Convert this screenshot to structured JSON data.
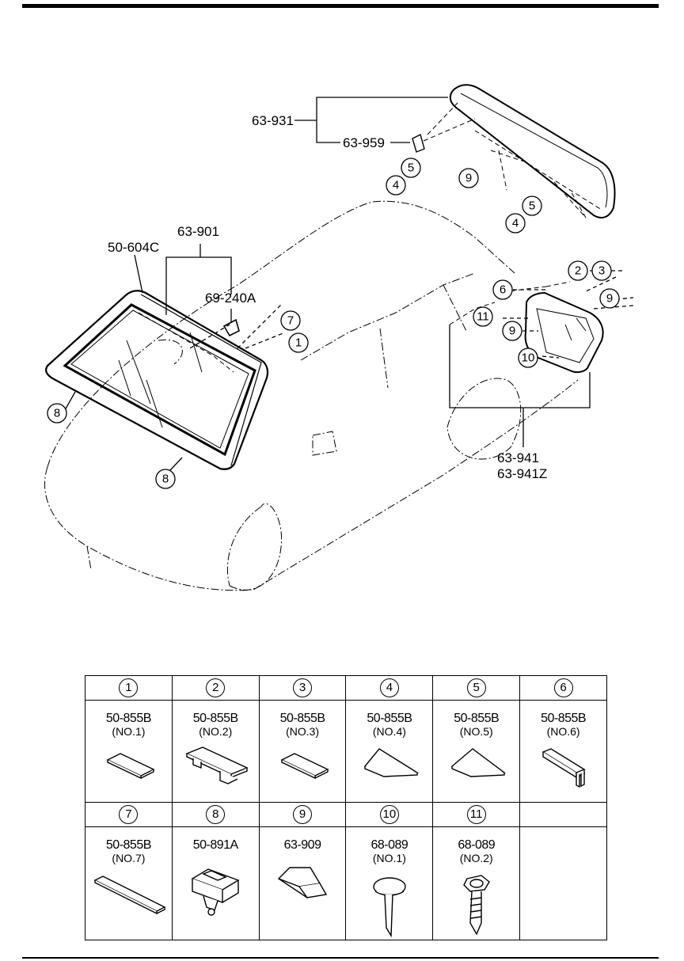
{
  "callouts": {
    "c63_931": "63-931",
    "c63_959": "63-959",
    "c50_604C": "50-604C",
    "c63_901": "63-901",
    "c69_240A": "69-240A",
    "c63_941": "63-941",
    "c63_941Z": "63-941Z"
  },
  "diagram_refs": [
    "1",
    "2",
    "3",
    "4",
    "5",
    "6",
    "7",
    "8",
    "9",
    "10",
    "11"
  ],
  "parts_table": {
    "row1": [
      {
        "ref": "1",
        "part": "50-855B",
        "sub": "(NO.1)"
      },
      {
        "ref": "2",
        "part": "50-855B",
        "sub": "(NO.2)"
      },
      {
        "ref": "3",
        "part": "50-855B",
        "sub": "(NO.3)"
      },
      {
        "ref": "4",
        "part": "50-855B",
        "sub": "(NO.4)"
      },
      {
        "ref": "5",
        "part": "50-855B",
        "sub": "(NO.5)"
      },
      {
        "ref": "6",
        "part": "50-855B",
        "sub": "(NO.6)"
      }
    ],
    "row2": [
      {
        "ref": "7",
        "part": "50-855B",
        "sub": "(NO.7)"
      },
      {
        "ref": "8",
        "part": "50-891A",
        "sub": ""
      },
      {
        "ref": "9",
        "part": "63-909",
        "sub": ""
      },
      {
        "ref": "10",
        "part": "68-089",
        "sub": "(NO.1)"
      },
      {
        "ref": "11",
        "part": "68-089",
        "sub": "(NO.2)"
      },
      {
        "ref": "",
        "part": "",
        "sub": ""
      }
    ]
  }
}
